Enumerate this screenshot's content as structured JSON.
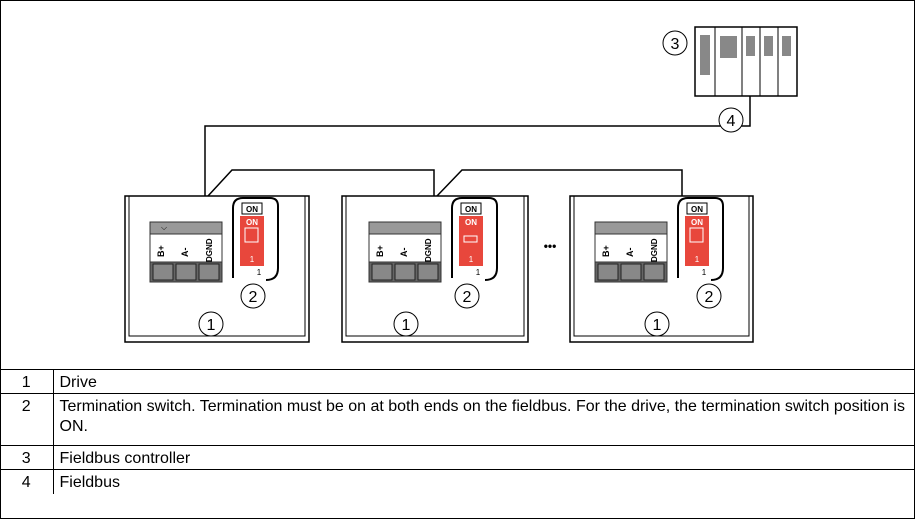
{
  "diagram": {
    "callout_drive": "1",
    "callout_switch": "2",
    "callout_controller": "3",
    "callout_fieldbus": "4",
    "terminal_labels": [
      "B+",
      "A-",
      "DGND"
    ],
    "switch_on_label": "ON",
    "switch_position_label": "1",
    "ellipsis": "•••",
    "switch_color": "#e8473c"
  },
  "legend": [
    {
      "num": "1",
      "text": "Drive"
    },
    {
      "num": "2",
      "text": "Termination switch. Termination must be on at both ends on the fieldbus. For the drive, the termination switch position is ON."
    },
    {
      "num": "3",
      "text": "Fieldbus controller"
    },
    {
      "num": "4",
      "text": "Fieldbus"
    }
  ]
}
